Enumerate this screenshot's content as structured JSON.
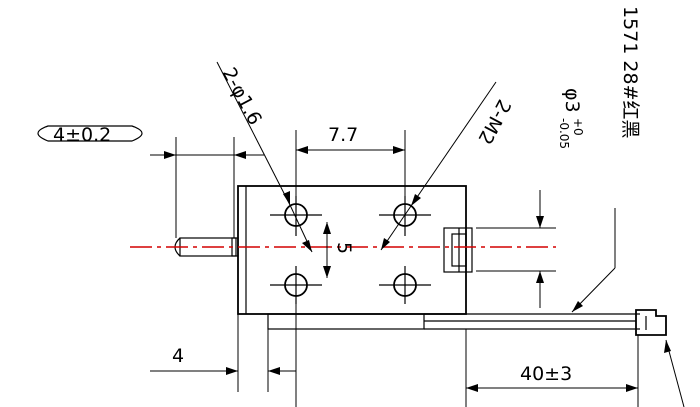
{
  "dimensions": {
    "plunger_travel": "4±0.2",
    "hole_spec": "2-φ1.6",
    "hole_spacing": "7.7",
    "thread_spec": "2-M2",
    "plunger_diameter": "φ3",
    "diameter_tol_upper": "+0",
    "diameter_tol_lower": "-0.05",
    "wire_spec": "1571  28#红黑",
    "vertical_spacing": "5",
    "bottom_offset": "4",
    "wire_length": "40±3"
  }
}
